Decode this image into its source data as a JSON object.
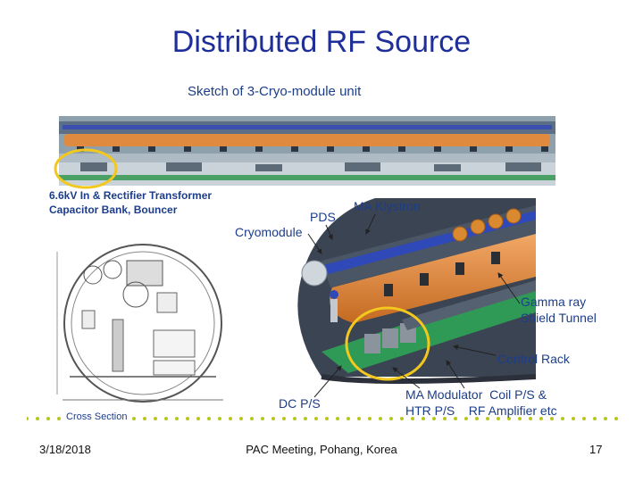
{
  "slide": {
    "title": "Distributed RF Source",
    "sketch_title": "Sketch of 3-Cryo-module unit",
    "labels": {
      "transformer_line1": "6.6kV In & Rectifier Transformer",
      "transformer_line2": "Capacitor Bank, Bouncer",
      "pds": "PDS",
      "ma_klystron": "MA Klystron",
      "cryomodule": "Cryomodule",
      "gamma_ray_line1": "Gamma ray",
      "gamma_ray_line2": "Shield Tunnel",
      "control_rack": "Control Rack",
      "dc_ps": "DC P/S",
      "ma_modulator_line1": "MA Modulator  Coil P/S &",
      "ma_modulator_line2": "HTR P/S    RF Amplifier etc",
      "cross_section": "Cross Section"
    },
    "colors": {
      "title": "#1f2f9a",
      "label": "#1c3d8a",
      "highlight_ring": "#f2c81e",
      "cryomodule_tube": "#e8904a",
      "floor": "#3aa060",
      "dots": "#b7c61a"
    }
  },
  "footer": {
    "date": "3/18/2018",
    "meeting": "PAC Meeting, Pohang, Korea",
    "page": "17"
  }
}
